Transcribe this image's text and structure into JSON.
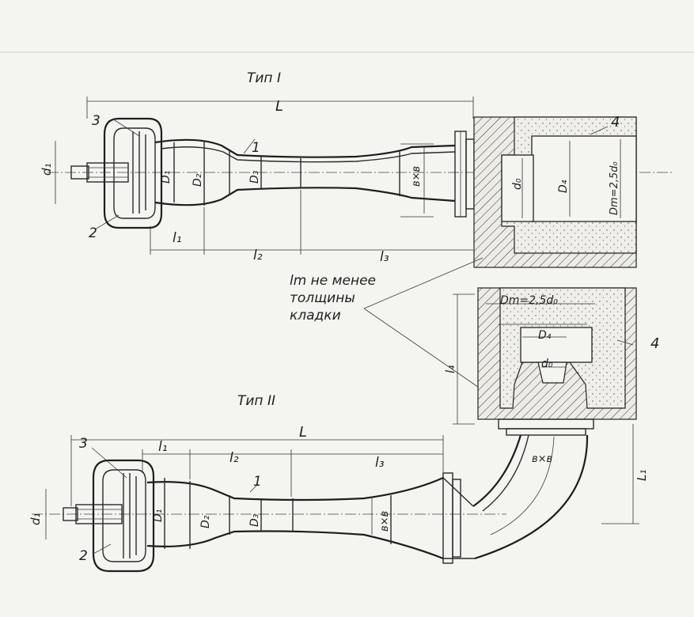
{
  "type1": {
    "title": "Тип I",
    "labels": {
      "L": "L",
      "n1": "1",
      "n2": "2",
      "n3": "3",
      "n4": "4",
      "d1": "d₁",
      "D1": "D₁",
      "D2": "D₂",
      "D3": "D₃",
      "bxb": "в×в",
      "d0": "d₀",
      "D4": "D₄",
      "Dm": "Dm=2,5d₀",
      "l1": "l₁",
      "l2": "l₂",
      "l3": "l₃"
    }
  },
  "note": {
    "line1": "lm не менее",
    "line2": "толщины",
    "line3": "кладки"
  },
  "type2": {
    "title": "Тип II",
    "labels": {
      "L": "L",
      "n1": "1",
      "n2": "2",
      "n3": "3",
      "n4": "4",
      "d1": "d₁",
      "D1": "D₁",
      "D2": "D₂",
      "D3": "D₃",
      "bxb_v": "в×в",
      "bxb_h": "в×в",
      "d0": "d₀",
      "D4": "D₄",
      "Dm": "Dm=2,5d₀",
      "l1": "l₁",
      "l2": "l₂",
      "l3": "l₃",
      "l4": "l₄",
      "L1": "L₁"
    }
  }
}
